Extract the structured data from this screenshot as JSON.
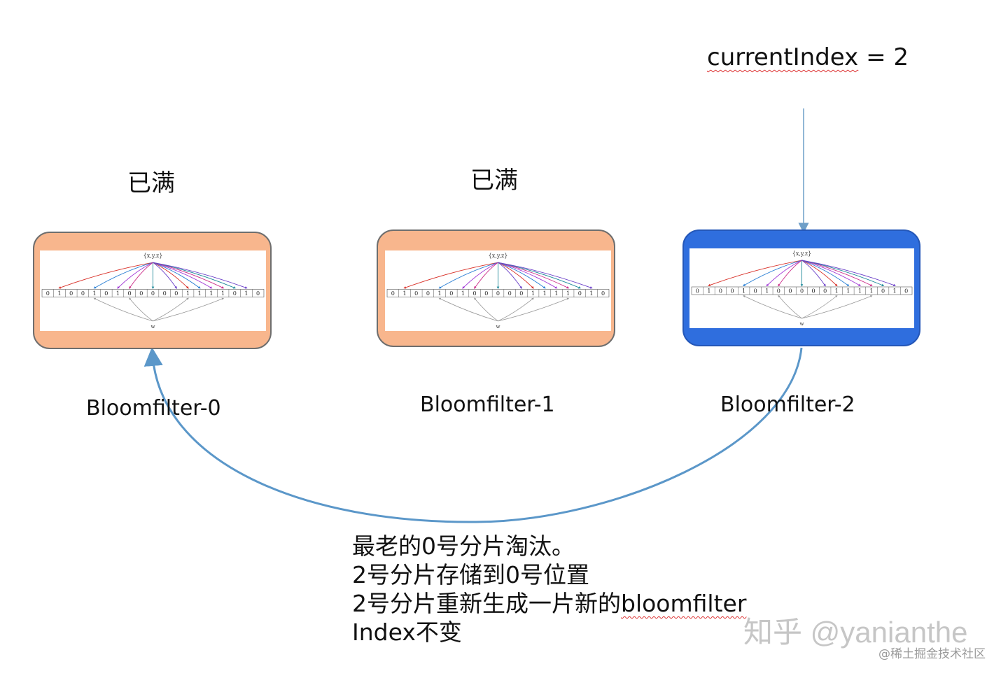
{
  "current_index": {
    "name": "currentIndex",
    "rest": " = 2"
  },
  "full_labels": [
    "已满",
    "已满"
  ],
  "filters": [
    {
      "label": "Bloomfilter-0",
      "state": "full",
      "fill": "#f8b68d"
    },
    {
      "label": "Bloomfilter-1",
      "state": "full",
      "fill": "#f8b68d"
    },
    {
      "label": "Bloomfilter-2",
      "state": "current",
      "fill": "#2f6ede"
    }
  ],
  "bit_array": {
    "set_label": "{x,y,z}",
    "w_label": "w",
    "bits": [
      "0",
      "1",
      "0",
      "0",
      "1",
      "0",
      "1",
      "0",
      "0",
      "0",
      "0",
      "0",
      "1",
      "1",
      "1",
      "1",
      "0",
      "1",
      "0"
    ]
  },
  "caption": {
    "line1": "最老的0号分片淘汰。",
    "line2": "2号分片存储到0号位置",
    "line3_prefix": "2号分片重新生成一片新的",
    "line3_word": "bloomfilter",
    "line4": "Index不变"
  },
  "watermark": {
    "main": "知乎 @yanianthe",
    "sub": "@稀土掘金技术社区"
  },
  "colors": {
    "orange_box": "#f8b68d",
    "blue_box": "#2f6ede",
    "loop_arrow": "#5b97c9",
    "pointer_arrow": "#6f9fc8"
  }
}
